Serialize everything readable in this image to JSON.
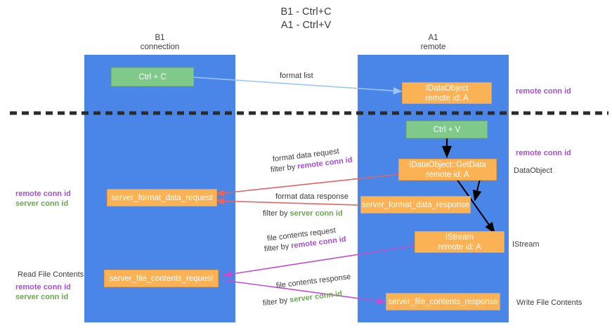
{
  "title": {
    "line1": "B1 - Ctrl+C",
    "line2": "A1 - Ctrl+V"
  },
  "columns": {
    "left": {
      "name": "B1",
      "role": "connection"
    },
    "right": {
      "name": "A1",
      "role": "remote"
    }
  },
  "colors": {
    "lane": "#4a86e8",
    "green_box": "#7fc98b",
    "orange_box": "#fbb254",
    "remote_conn_id": "#a64fd0",
    "server_conn_id": "#6aa84f",
    "arrow_blue": "#9fc5f8",
    "arrow_red": "#e06666",
    "arrow_magenta": "#c24fd0",
    "arrow_black": "#000000",
    "divider": "#2b2b2b",
    "text": "#3c3c3c"
  },
  "boxes": {
    "ctrl_c": {
      "line1": "Ctrl + C"
    },
    "idataobject": {
      "line1": "IDataObject",
      "line2": "remote id: A"
    },
    "ctrl_v": {
      "line1": "Ctrl + V"
    },
    "getdata": {
      "line1": "IDataObject::GetData",
      "line2": "remote id: A"
    },
    "server_format_data_request": {
      "line1": "server_format_data_request"
    },
    "server_format_data_response": {
      "line1": "server_format_data_response"
    },
    "istream": {
      "line1": "IStream",
      "line2": "remote id: A"
    },
    "server_file_contents_request": {
      "line1": "server_file_contents_request"
    },
    "server_file_contents_response": {
      "line1": "server_file_contents_response"
    }
  },
  "edge_labels": {
    "format_list": "format list",
    "format_data_request": "format data request",
    "format_data_request_filter_prefix": "filter by ",
    "format_data_request_filter_key": "remote conn id",
    "format_data_response": "format data response",
    "format_data_response_filter_prefix": "filter by ",
    "format_data_response_filter_key": "server conn id",
    "file_contents_request": "file contents request",
    "file_contents_request_filter_prefix": "filter by ",
    "file_contents_request_filter_key": "remote conn id",
    "file_contents_response": "file contents response",
    "file_contents_response_filter_prefix": "filter by ",
    "file_contents_response_filter_key": "server conn id"
  },
  "annotations": {
    "right_remote_conn_id_top": "remote conn id",
    "right_remote_conn_id_mid": "remote conn id",
    "right_dataobject": "DataObject",
    "right_istream": "IStream",
    "right_write_file_contents": "Write File Contents",
    "left_ids_mid": {
      "purple": "remote conn id",
      "green": "server conn id"
    },
    "left_read_file_contents": "Read File Contents",
    "left_ids_bottom": {
      "purple": "remote conn id",
      "green": "server conn id"
    }
  }
}
